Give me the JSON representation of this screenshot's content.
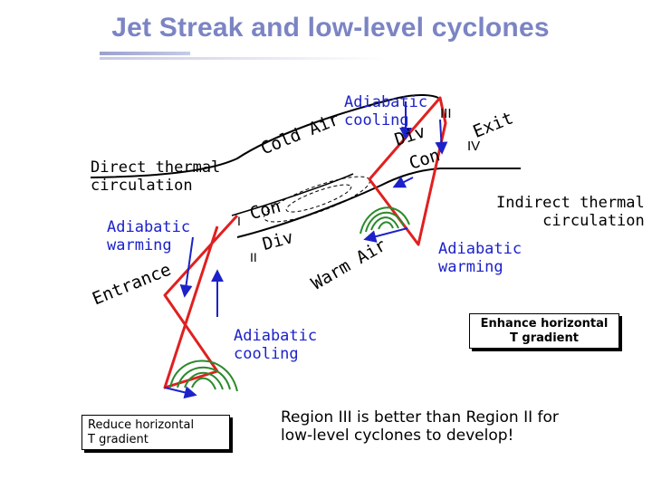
{
  "title": "Jet Streak and low-level cyclones",
  "labels": {
    "direct_thermal": "Direct thermal\ncirculation",
    "adiabatic_warming_left": "Adiabatic\nwarming",
    "entrance": "Entrance",
    "cold_air": "Cold Air",
    "adiabatic_cooling_top": "Adiabatic\ncooling",
    "div_top": "Div",
    "region_iii": "III",
    "exit": "Exit",
    "region_iv": "IV",
    "con_right": "Con",
    "indirect_thermal": "Indirect thermal\ncirculation",
    "adiabatic_warming_right": "Adiabatic\nwarming",
    "region_i": "I",
    "con_left": "Con",
    "region_ii": "II",
    "div_left": "Div",
    "warm_air": "Warm Air",
    "adiabatic_cooling_bottom": "Adiabatic\ncooling",
    "reduce_gradient": "Reduce horizontal\nT gradient",
    "enhance_gradient": "Enhance horizontal\nT gradient",
    "conclusion": "Region III is better than Region II for\nlow-level cyclones to develop!"
  },
  "colors": {
    "title": "#7b84c4",
    "circulation_loop": "#e02020",
    "vertical_arrow": "#1c22c8",
    "isobars": "#2b8a2b",
    "text_blue": "#1c22c8"
  }
}
